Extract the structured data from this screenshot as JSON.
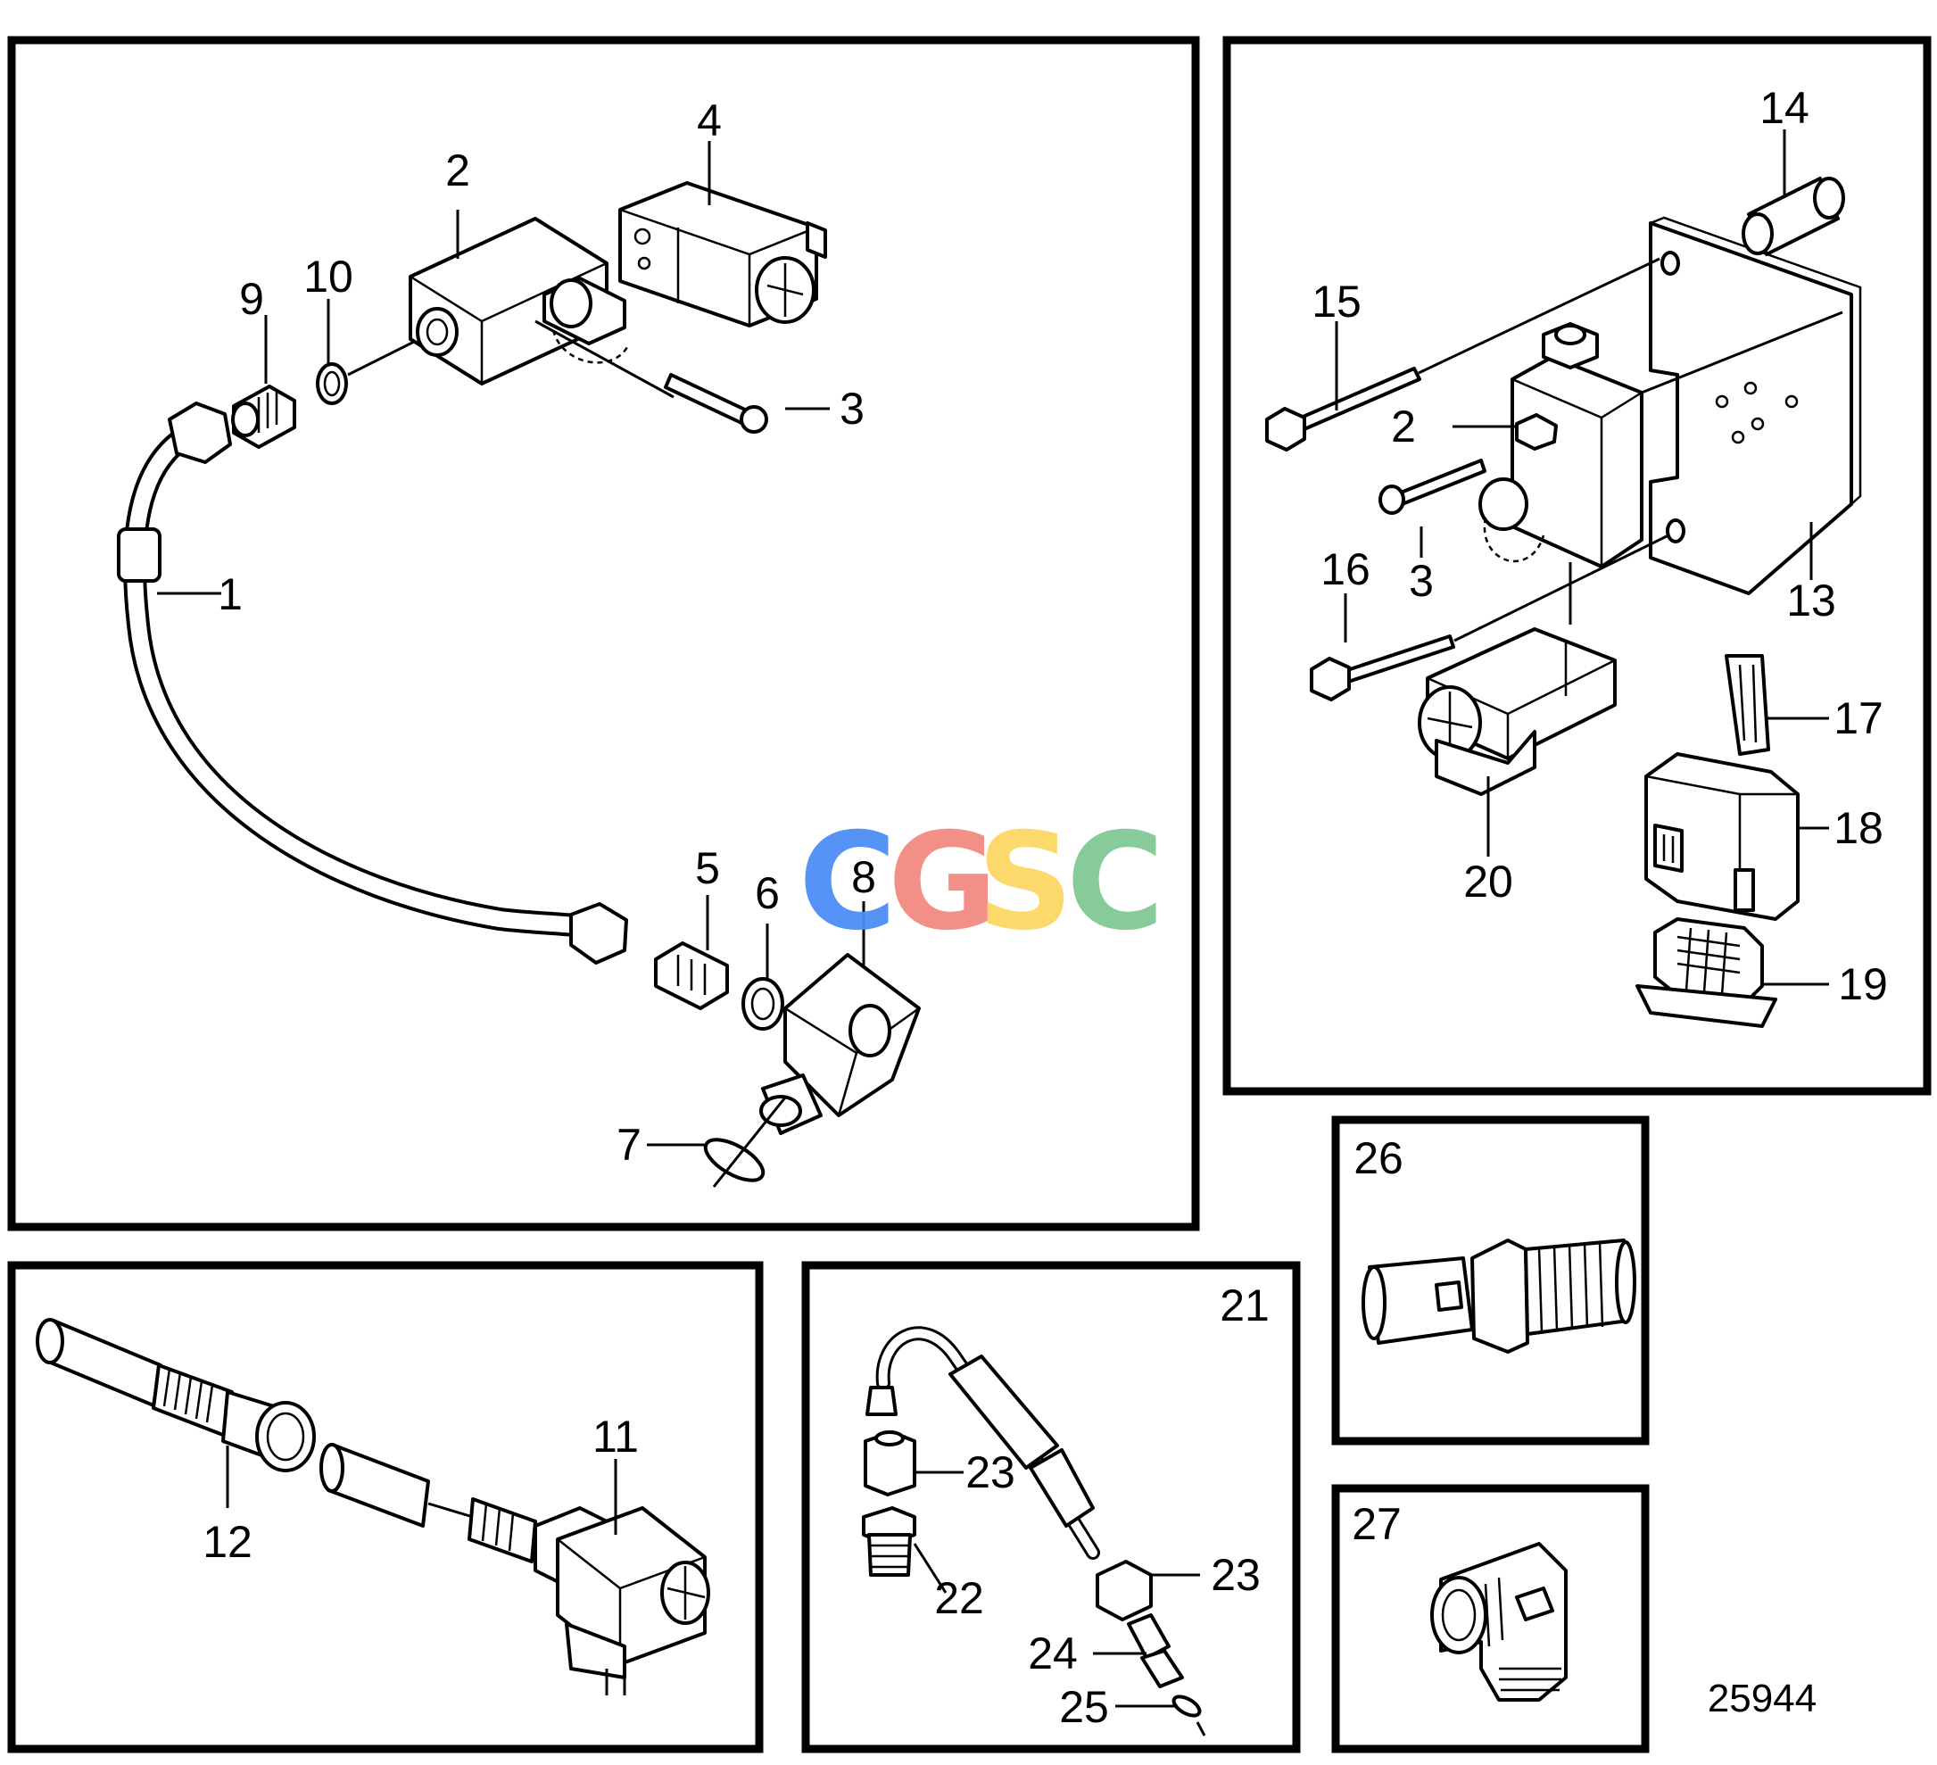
{
  "diagram": {
    "panels": {
      "main": {
        "callouts": [
          "1",
          "2",
          "3",
          "4",
          "5",
          "6",
          "7",
          "8",
          "9",
          "10"
        ]
      },
      "bracket": {
        "callouts": [
          "14",
          "15",
          "2",
          "16",
          "3",
          "13",
          "17",
          "18",
          "20",
          "19"
        ]
      },
      "sensor": {
        "callouts": [
          "12",
          "11"
        ]
      },
      "line_kit": {
        "callouts": [
          "21",
          "23",
          "22",
          "23",
          "24",
          "25"
        ]
      },
      "pressure_sensor": {
        "callouts": [
          "26"
        ]
      },
      "elbow": {
        "callouts": [
          "27"
        ]
      }
    },
    "watermark": {
      "letters": [
        "C",
        "G",
        "S",
        "C"
      ],
      "colors": [
        "#4c8ef7",
        "#f28b82",
        "#fdd663",
        "#81c995"
      ]
    },
    "figure_number": "25944"
  }
}
